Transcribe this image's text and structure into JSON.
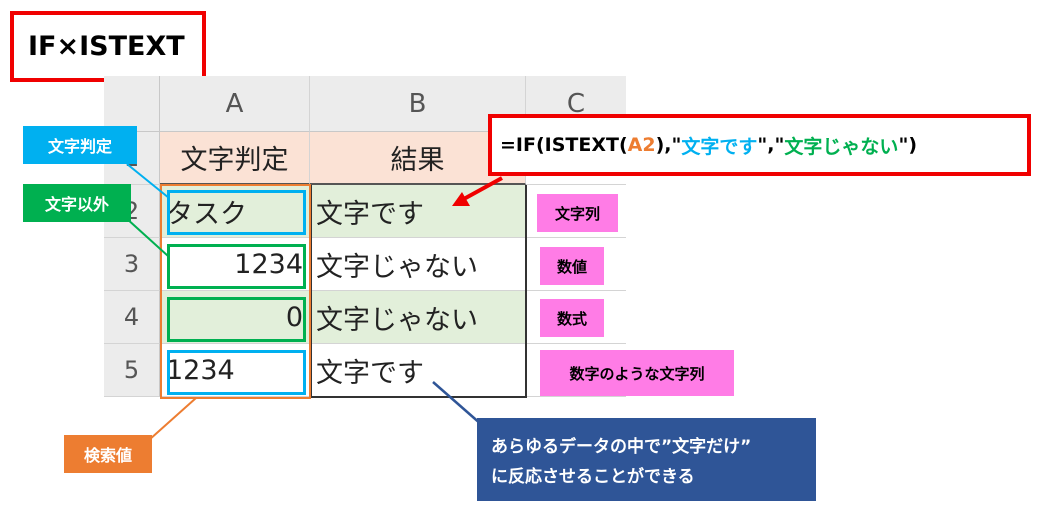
{
  "title": "IF×ISTEXT",
  "columns": [
    "A",
    "B",
    "C"
  ],
  "rows": [
    "1",
    "2",
    "3",
    "4",
    "5"
  ],
  "header": {
    "a": "文字判定",
    "b": "結果"
  },
  "cells": [
    {
      "a": "タスク",
      "b": "文字です"
    },
    {
      "a": "1234",
      "b": "文字じゃない"
    },
    {
      "a": "0",
      "b": "文字じゃない"
    },
    {
      "a": "1234",
      "b": "文字です"
    }
  ],
  "formula": {
    "part1": "=IF(ISTEXT(",
    "ref": "A2",
    "part2": "),\"",
    "t1": "文字です",
    "part3": "\",\"",
    "t2": "文字じゃない",
    "part4": "\")"
  },
  "callouts": {
    "criteria": "文字判定",
    "non_text": "文字以外",
    "lookup": "検索値"
  },
  "tags": [
    "文字列",
    "数値",
    "数式",
    "数字のような文字列"
  ],
  "note": {
    "line1": "あらゆるデータの中で”文字だけ”",
    "line2": "に反応させることができる"
  },
  "colors": {
    "red": "#f00000",
    "blue": "#00b0f0",
    "green": "#00b050",
    "orange": "#ed7d31",
    "pink": "#ff7ce6",
    "navy": "#2f5597"
  }
}
